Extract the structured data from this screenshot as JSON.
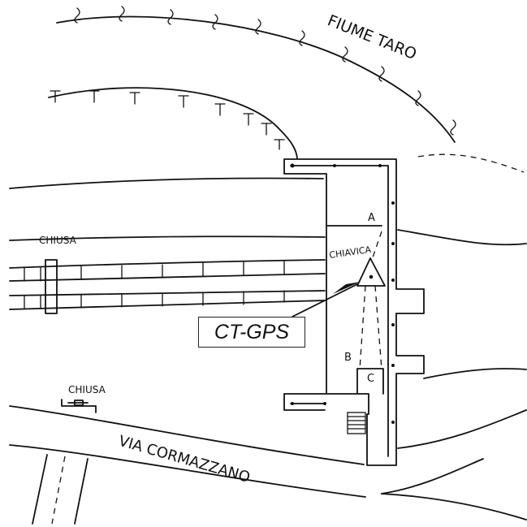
{
  "labels": {
    "river": "FIUME TARO",
    "sluice_top": "CHIUSA",
    "sluice_bottom": "CHIUSA",
    "chiavica": "CHIAVICA",
    "road": "VIA CORMAZZANO",
    "point_a": "A",
    "point_b": "B",
    "point_c": "C",
    "ct_gps": "CT-GPS"
  },
  "colors": {
    "ink": "#111111",
    "paper": "#ffffff"
  },
  "icons": {
    "station": "triangle-marker-icon"
  }
}
